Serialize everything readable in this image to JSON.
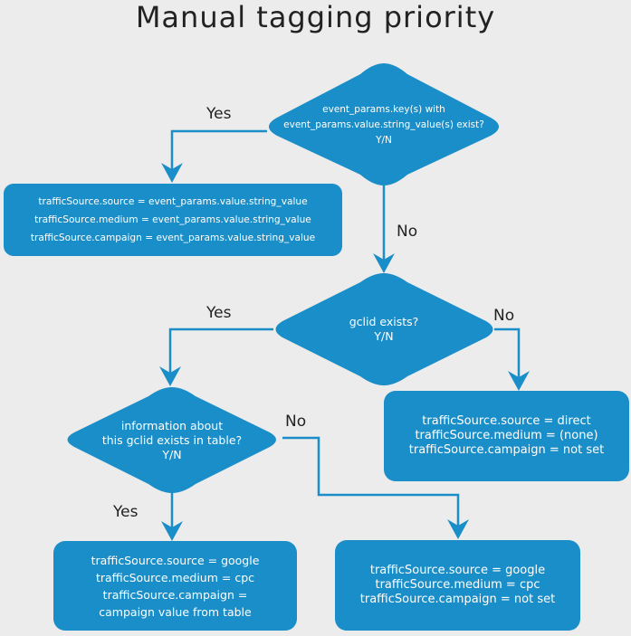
{
  "title": "Manual tagging priority",
  "colors": {
    "node": "#1a8ec8",
    "edge": "#1a8ec8",
    "background": "#ececec"
  },
  "nodes": {
    "d1": {
      "lines": [
        "event_params.key(s) with",
        "event_params.value.string_value(s) exist?",
        "Y/N"
      ]
    },
    "b1": {
      "lines": [
        "trafficSource.source = event_params.value.string_value",
        "trafficSource.medium = event_params.value.string_value",
        "trafficSource.campaign = event_params.value.string_value"
      ]
    },
    "d2": {
      "lines": [
        "gclid exists?",
        "Y/N"
      ]
    },
    "b2": {
      "lines": [
        "trafficSource.source = direct",
        "trafficSource.medium = (none)",
        "trafficSource.campaign = not set"
      ]
    },
    "d3": {
      "lines": [
        "information about",
        "this gclid exists in table?",
        "Y/N"
      ]
    },
    "b3": {
      "lines": [
        "trafficSource.source = google",
        "trafficSource.medium = cpc",
        "trafficSource.campaign =",
        "campaign value from table"
      ]
    },
    "b4": {
      "lines": [
        "trafficSource.source = google",
        "trafficSource.medium = cpc",
        "trafficSource.campaign = not set"
      ]
    }
  },
  "edges": {
    "d1_yes": "Yes",
    "d1_no": "No",
    "d2_yes": "Yes",
    "d2_no": "No",
    "d3_yes": "Yes",
    "d3_no": "No"
  }
}
